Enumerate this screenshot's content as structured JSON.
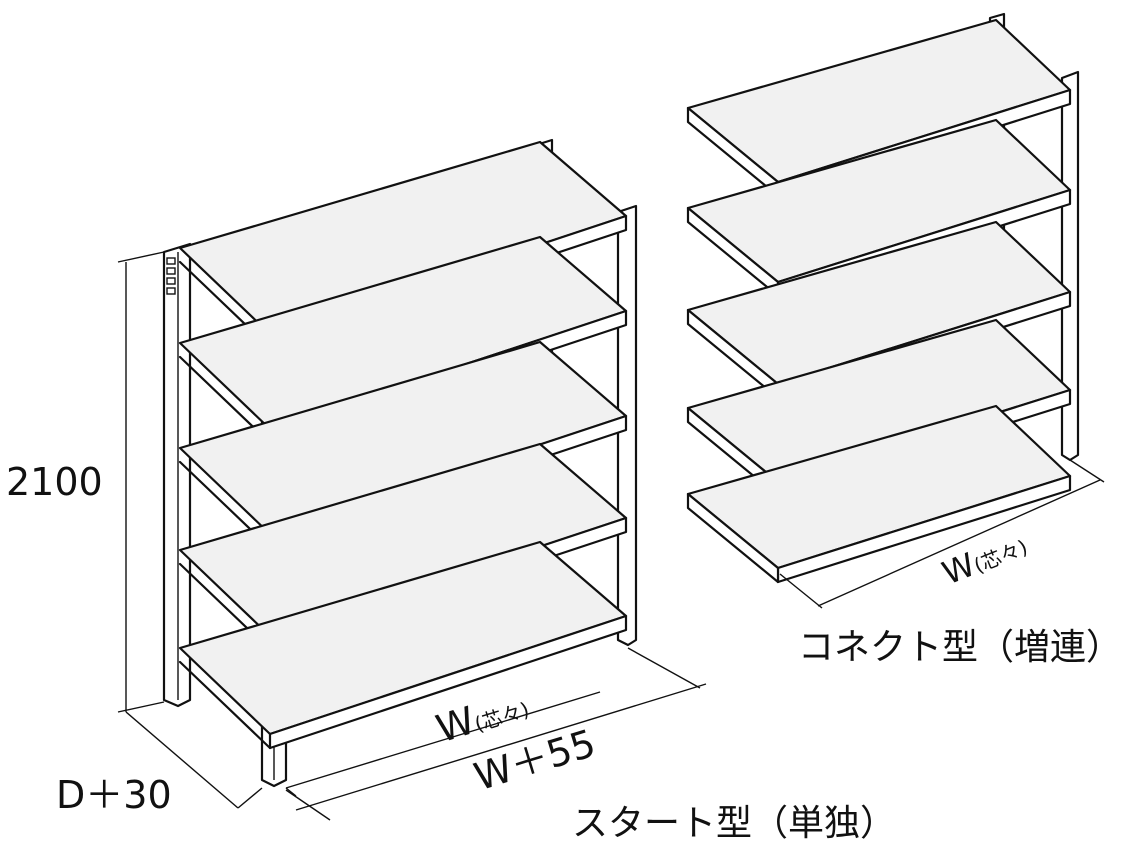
{
  "labels": {
    "height": "2100",
    "depth": "D＋30",
    "start_width_pitch_main": "W",
    "start_width_pitch_note": "(芯々)",
    "start_width_overall": "W＋55",
    "connect_width_pitch_main": "W",
    "connect_width_pitch_note": "(芯々)",
    "start_caption": "スタート型（単独）",
    "connect_caption": "コネクト型（増連）"
  },
  "colors": {
    "line": "#111111",
    "shelf_fill": "#f1f1f1",
    "background": "#ffffff"
  }
}
